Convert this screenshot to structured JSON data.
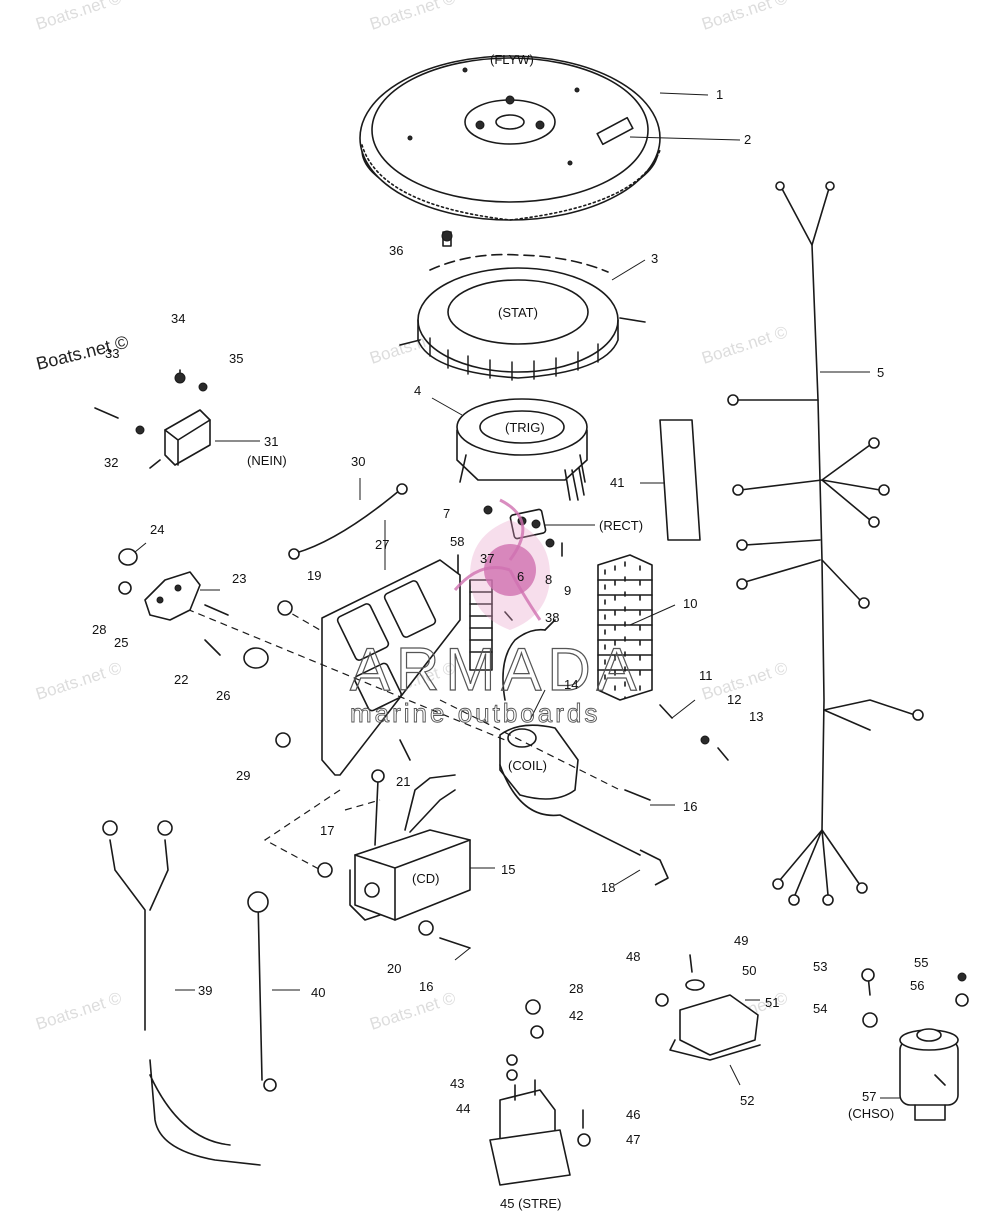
{
  "labels": {
    "flyw": "(FLYW)",
    "stat": "(STAT)",
    "trig": "(TRIG)",
    "rect": "(RECT)",
    "coil": "(COIL)",
    "cd": "(CD)",
    "nein": "(NEIN)",
    "chso": "(CHSO)",
    "stre": "45 (STRE)",
    "n1": "1",
    "n2": "2",
    "n3": "3",
    "n4": "4",
    "n5": "5",
    "n6": "6",
    "n7": "7",
    "n8": "8",
    "n9": "9",
    "n10": "10",
    "n11": "11",
    "n12": "12",
    "n13": "13",
    "n14": "14",
    "n15": "15",
    "n16a": "16",
    "n16b": "16",
    "n17": "17",
    "n18": "18",
    "n19": "19",
    "n20": "20",
    "n21": "21",
    "n22": "22",
    "n23": "23",
    "n24": "24",
    "n25": "25",
    "n26": "26",
    "n27": "27",
    "n28a": "28",
    "n28b": "28",
    "n29": "29",
    "n30": "30",
    "n31": "31",
    "n32": "32",
    "n33": "33",
    "n34": "34",
    "n35": "35",
    "n36": "36",
    "n37": "37",
    "n38": "38",
    "n39": "39",
    "n40": "40",
    "n41": "41",
    "n42": "42",
    "n43": "43",
    "n44": "44",
    "n46": "46",
    "n47": "47",
    "n48": "48",
    "n49": "49",
    "n50": "50",
    "n51": "51",
    "n52": "52",
    "n53": "53",
    "n54": "54",
    "n55": "55",
    "n56": "56",
    "n57": "57",
    "n58": "58"
  },
  "watermark": {
    "text": "Boats.net ©",
    "logo_big": "ARMADA",
    "logo_small": "marine outboards"
  },
  "colors": {
    "ink": "#1a1a1a",
    "watermark": "#dddddd",
    "logo_pink": "#e8a0c8",
    "logo_magenta": "#d070b0"
  }
}
